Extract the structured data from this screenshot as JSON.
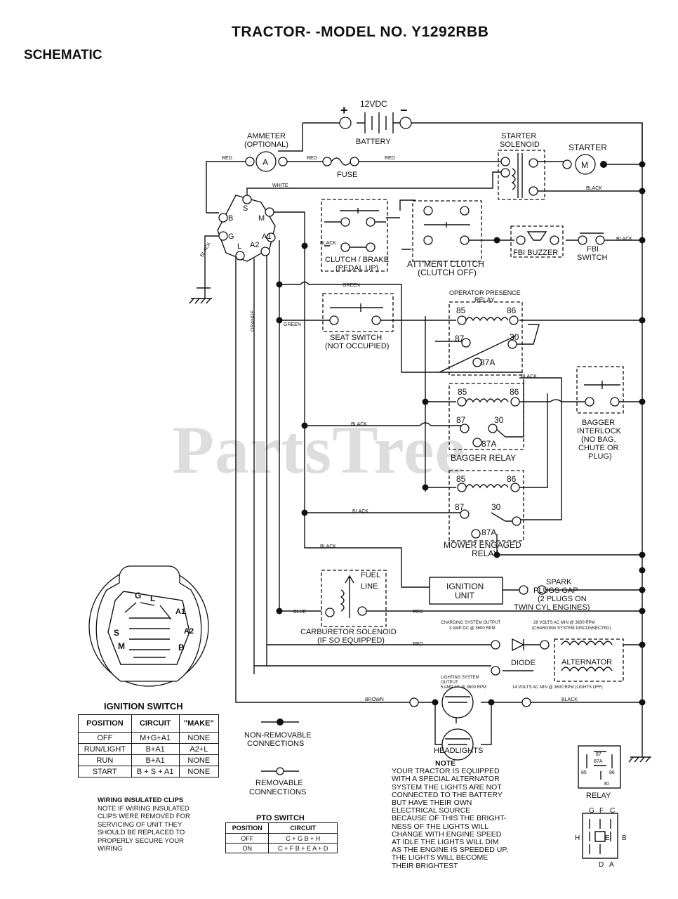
{
  "header": {
    "title": "TRACTOR- -MODEL NO. Y1292RBB",
    "subtitle": "SCHEMATIC"
  },
  "watermark": "PartsTree",
  "labels": {
    "voltage": "12VDC",
    "plus": "+",
    "minus": "−",
    "battery": "BATTERY",
    "ammeter": "AMMETER",
    "ammeter_optional": "(OPTIONAL)",
    "ammeter_symbol": "A",
    "fuse": "FUSE",
    "starter_solenoid_1": "STARTER",
    "starter_solenoid_2": "SOLENOID",
    "starter": "STARTER",
    "starter_symbol": "M",
    "white": "WHITE",
    "red": "RED",
    "black": "BLACK",
    "green": "GREEN",
    "orange": "ORANGE",
    "blue": "BLUE",
    "brown": "BROWN",
    "clutch_brake_1": "CLUTCH / BRAKE",
    "clutch_brake_2": "(PEDAL UP)",
    "attment_clutch_1": "ATT'MENT CLUTCH",
    "attment_clutch_2": "(CLUTCH OFF)",
    "fbi_buzzer": "FBI BUZZER",
    "fbi_switch_1": "FBI",
    "fbi_switch_2": "SWITCH",
    "operator_presence_relay_1": "OPERATOR PRESENCE",
    "operator_presence_relay_2": "RELAY",
    "seat_switch_1": "SEAT SWITCH",
    "seat_switch_2": "(NOT OCCUPIED)",
    "pin_85": "85",
    "pin_86": "86",
    "pin_87": "87",
    "pin_30": "30",
    "pin_87a": "87A",
    "bagger_relay": "BAGGER RELAY",
    "bagger_interlock_1": "BAGGER",
    "bagger_interlock_2": "INTERLOCK",
    "bagger_interlock_3": "(NO BAG,",
    "bagger_interlock_4": "CHUTE OR",
    "bagger_interlock_5": "PLUG)",
    "mower_relay_1": "MOWER ENGAGED",
    "mower_relay_2": "RELAY",
    "fuel_line_1": "FUEL",
    "fuel_line_2": "LINE",
    "carb_solenoid_1": "CARBURETOR SOLENOID",
    "carb_solenoid_2": "(IF SO EQUIPPED)",
    "ignition_unit_1": "IGNITION",
    "ignition_unit_2": "UNIT",
    "spark_1": "SPARK",
    "spark_2": "PLUGS GAP",
    "spark_3": "(2 PLUGS ON",
    "spark_4": "TWIN CYL ENGINES)",
    "charging_output_1": "CHARGING SYSTEM OUTPUT",
    "charging_output_2": "3 AMP DC @ 3600 RPM",
    "alt_output_1": "28 VOLTS AC MIN @ 3600 RPM",
    "alt_output_2": "(CHARGING SYSTEM DISCONNECTED)",
    "diode": "DIODE",
    "alternator": "ALTERNATOR",
    "lighting_output_1": "LIGHTING SYSTEM",
    "lighting_output_2": "OUTPUT",
    "lighting_output_3": "5 AMP AC @ 3600 RPM",
    "lighting_output_4": "14 VOLTS AC MIN @ 3600 RPM (LIGHTS OFF)",
    "headlights": "HEADLIGHTS",
    "non_removable_1": "NON-REMOVABLE",
    "non_removable_2": "CONNECTIONS",
    "removable_1": "REMOVABLE",
    "removable_2": "CONNECTIONS",
    "ignition_switch": "IGNITION SWITCH",
    "pto_switch": "PTO SWITCH",
    "relay": "RELAY",
    "term_s": "S",
    "term_m": "M",
    "term_b": "B",
    "term_g": "G",
    "term_l": "L",
    "term_a1": "A1",
    "term_a2": "A2",
    "sw_g": "G",
    "sw_l": "L",
    "sw_a1": "A1",
    "sw_a2": "A2",
    "sw_s": "S",
    "sw_m": "M",
    "sw_b": "B",
    "relay_87": "87",
    "relay_87a": "87A",
    "relay_85": "85",
    "relay_86": "86",
    "relay_30": "30",
    "conn_g": "G",
    "conn_f": "F",
    "conn_c": "C",
    "conn_h": "H",
    "conn_e": "E",
    "conn_b": "B",
    "conn_d": "D",
    "conn_a": "A"
  },
  "ignition_table": {
    "headers": [
      "POSITION",
      "CIRCUIT",
      "\"MAKE\""
    ],
    "rows": [
      [
        "OFF",
        "M+G+A1",
        "NONE"
      ],
      [
        "RUN/LIGHT",
        "B+A1",
        "A2+L"
      ],
      [
        "RUN",
        "B+A1",
        "NONE"
      ],
      [
        "START",
        "B + S + A1",
        "NONE"
      ]
    ]
  },
  "pto_table": {
    "headers": [
      "POSITION",
      "CIRCUIT"
    ],
    "rows": [
      [
        "OFF",
        "C + G  B + H"
      ],
      [
        "ON",
        "C + F  B + E  A + D"
      ]
    ]
  },
  "notes": {
    "main_lines": [
      "NOTE",
      "YOUR TRACTOR IS EQUIPPED",
      "WITH A SPECIAL ALTERNATOR",
      "SYSTEM  THE LIGHTS ARE NOT",
      "CONNECTED TO THE BATTERY",
      "BUT HAVE THEIR OWN",
      "ELECTRICAL SOURCE",
      "BECAUSE OF THIS THE BRIGHT-",
      "NESS OF THE LIGHTS WILL",
      "CHANGE WITH ENGINE SPEED",
      "AT IDLE THE LIGHTS WILL DIM",
      "AS THE ENGINE IS SPEEDED UP,",
      "THE LIGHTS WILL BECOME",
      "THEIR BRIGHTEST"
    ],
    "clips_lines": [
      "WIRING INSULATED CLIPS",
      "NOTE  IF WIRING INSULATED",
      "CLIPS WERE REMOVED FOR",
      "SERVICING OF UNIT  THEY",
      "SHOULD BE REPLACED TO",
      "PROPERLY SECURE YOUR",
      "WIRING"
    ]
  }
}
